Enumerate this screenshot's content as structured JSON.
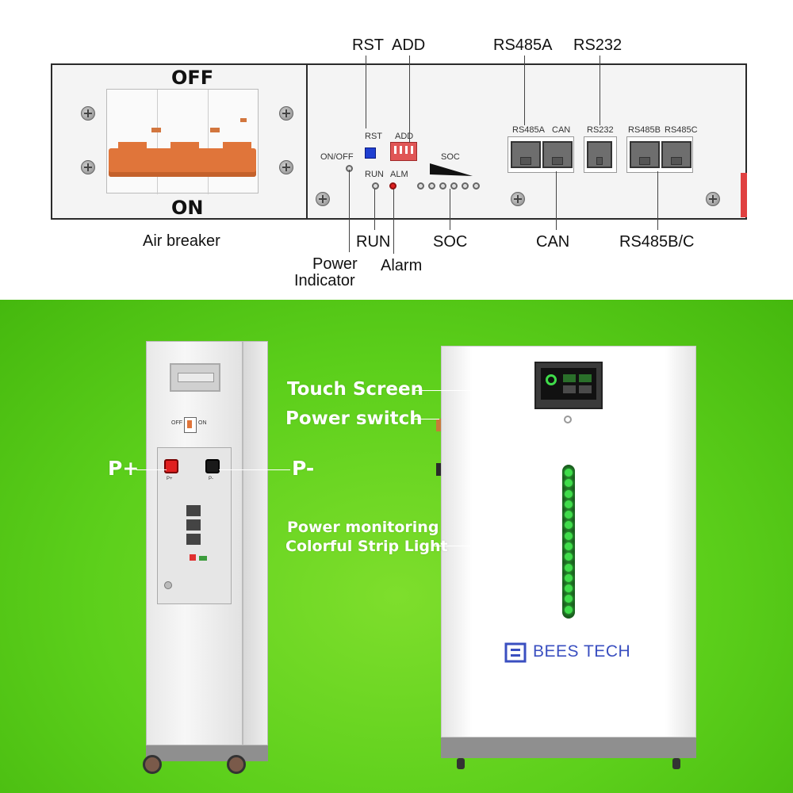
{
  "breaker_panel": {
    "label_off": "OFF",
    "label_on": "ON",
    "caption": "Air breaker"
  },
  "control_panel": {
    "small_labels": {
      "rst": "RST",
      "add": "ADD",
      "on_off": "ON/OFF",
      "run": "RUN",
      "alm": "ALM",
      "soc": "SOC",
      "rs485a": "RS485A",
      "can": "CAN",
      "rs232": "RS232",
      "rs485b": "RS485B",
      "rs485c": "RS485C"
    },
    "callouts": {
      "rst": "RST",
      "add": "ADD",
      "rs485a": "RS485A",
      "rs232": "RS232",
      "run": "RUN",
      "soc": "SOC",
      "can": "CAN",
      "rs485bc": "RS485B/C",
      "power_indicator_line1": "Power",
      "power_indicator_line2": "Indicator",
      "alarm": "Alarm"
    }
  },
  "left_unit": {
    "switch_off": "OFF",
    "switch_on": "ON",
    "terminal_pos_small": "P+",
    "terminal_neg_small": "P-",
    "callout_pos": "P+",
    "callout_neg": "P-"
  },
  "right_unit": {
    "callout_touch_screen": "Touch  Screen",
    "callout_power_switch": "Power  switch",
    "callout_monitor_line1": "Power  monitoring",
    "callout_monitor_line2": "Colorful  Strip  Light",
    "brand": "BEES TECH",
    "led_count": 14
  },
  "colors": {
    "background_green": "#5ccf1b",
    "breaker_orange": "#e0753a",
    "alarm_red": "#e02020",
    "rst_blue": "#1f3fd1",
    "led_green": "#3fdc4a",
    "brand_blue": "#3a4fc0"
  }
}
